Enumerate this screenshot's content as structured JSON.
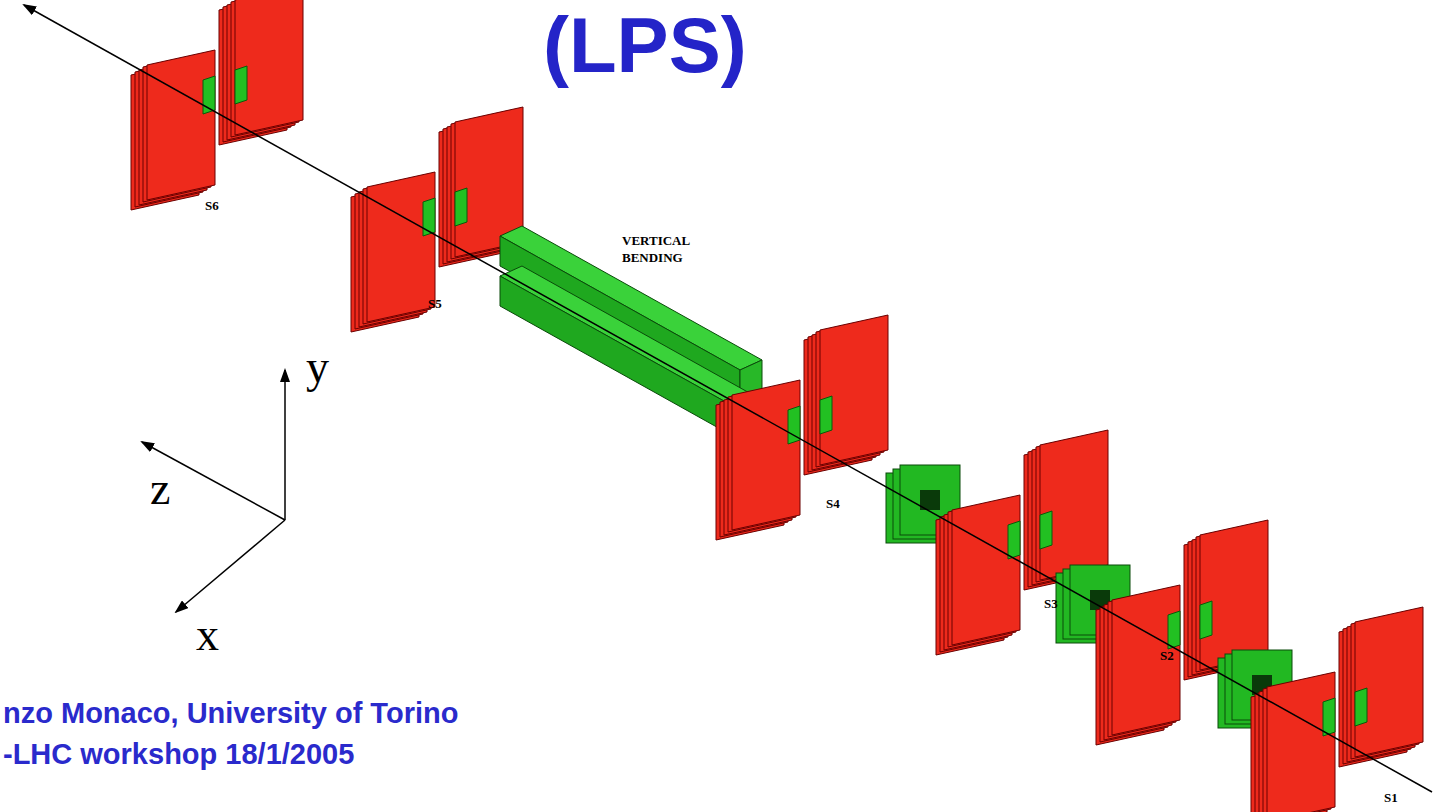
{
  "diagram": {
    "title": "(LPS)",
    "labels": [
      "S6",
      "VERTICAL BENDING",
      "S5",
      "y",
      "z",
      "S4",
      "S3",
      "x",
      "S2",
      "S1",
      "nzo Monaco, University of Torino",
      "-LHC workshop 18/1/2005"
    ]
  }
}
